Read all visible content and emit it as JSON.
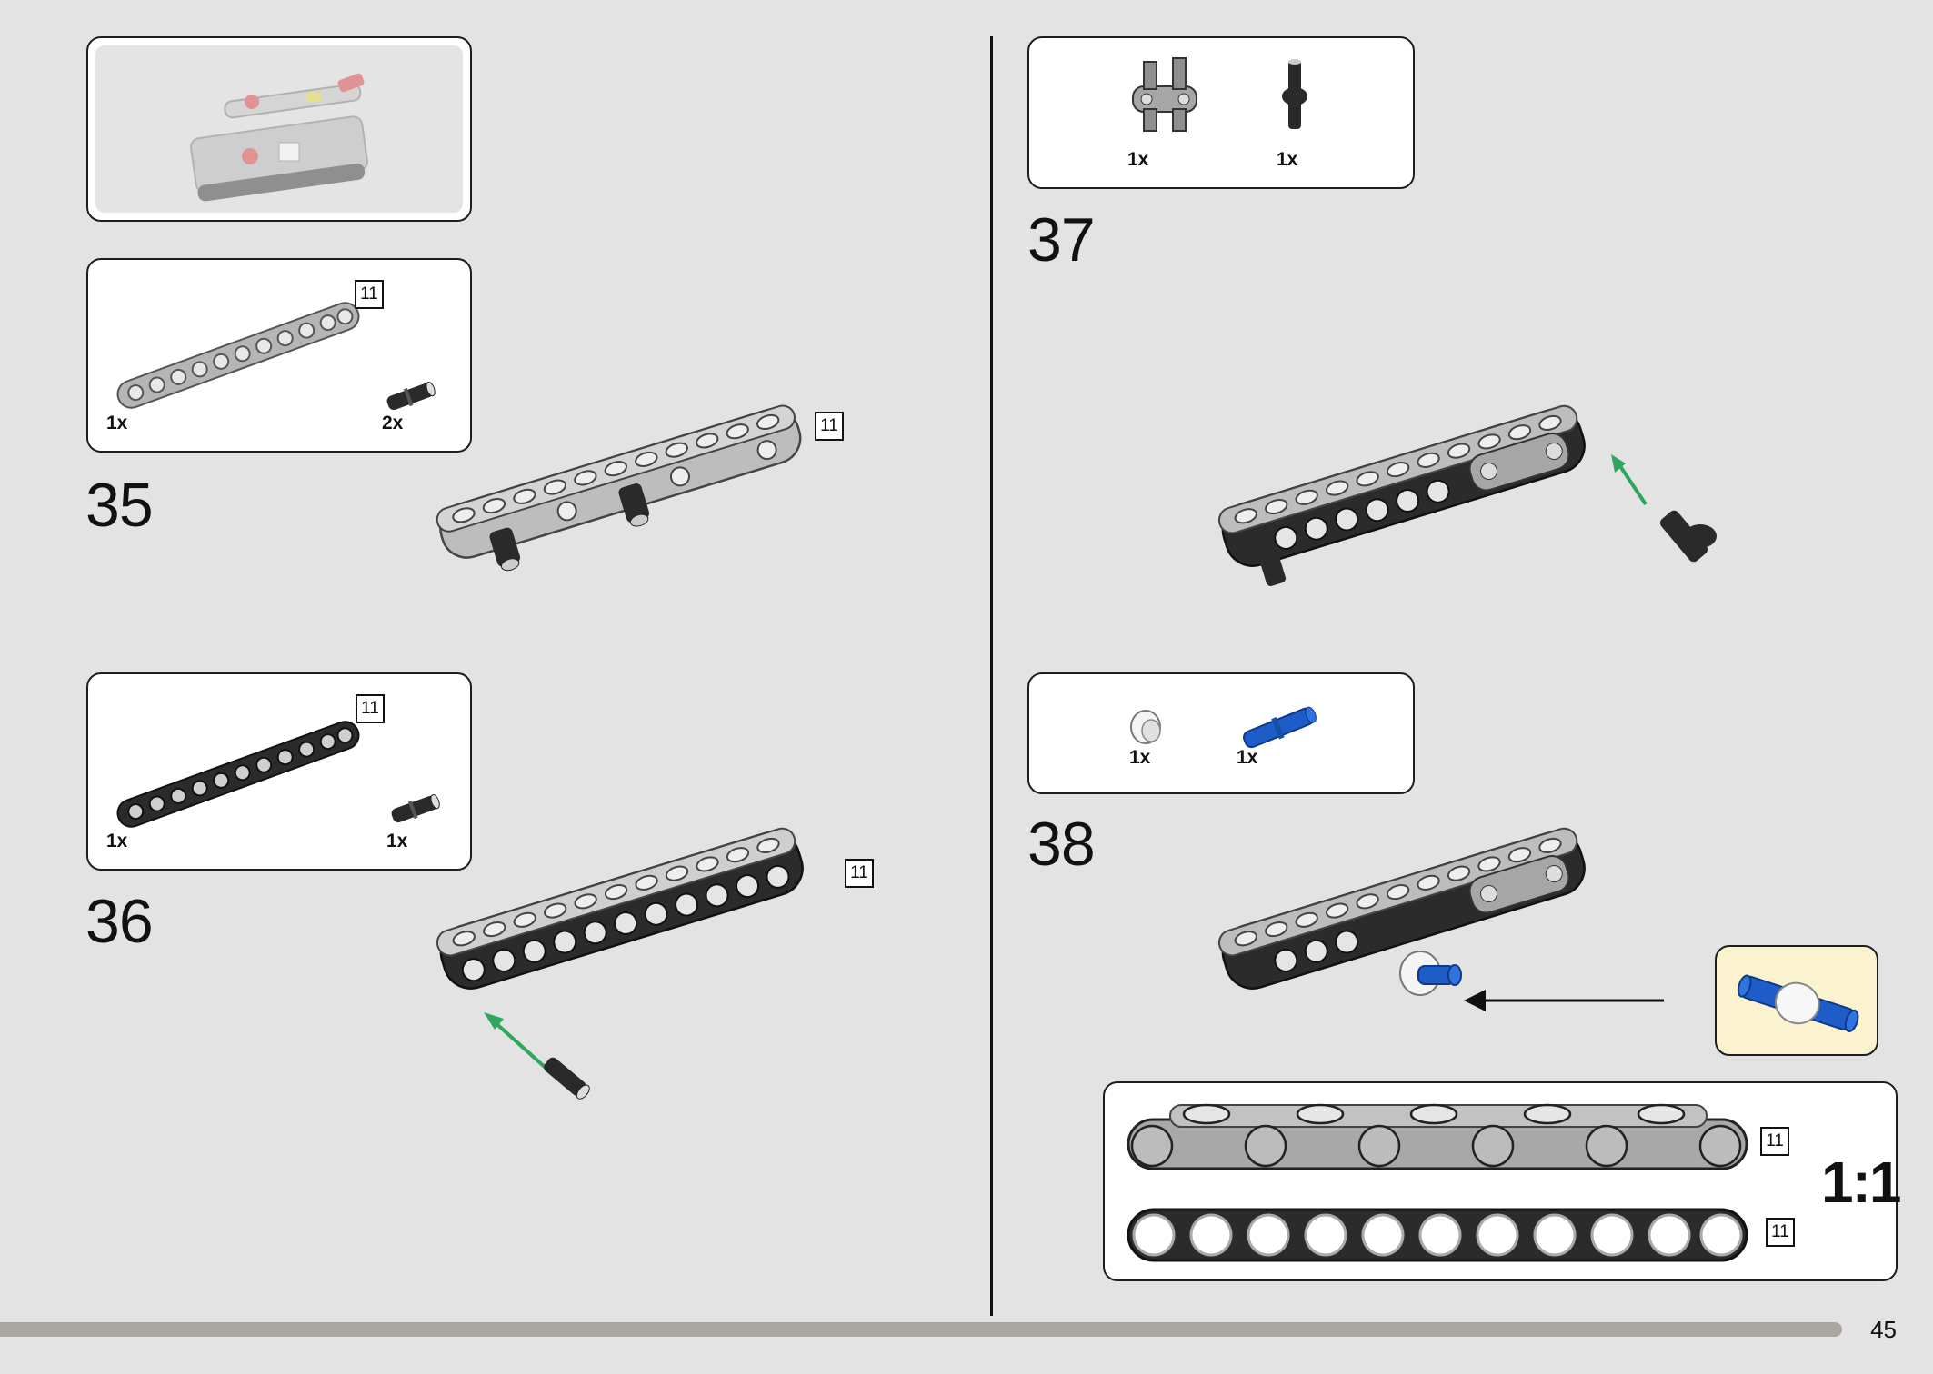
{
  "page_number": "45",
  "left": {
    "step35": {
      "number": "35",
      "parts": [
        {
          "qty": "1x",
          "name": "beam-11-grey"
        },
        {
          "qty": "2x",
          "name": "connector-pin-black"
        }
      ],
      "part_badge": "11",
      "build_badge": "11"
    },
    "step36": {
      "number": "36",
      "parts": [
        {
          "qty": "1x",
          "name": "beam-11-black"
        },
        {
          "qty": "1x",
          "name": "connector-pin-black"
        }
      ],
      "part_badge": "11",
      "build_badge": "11"
    }
  },
  "right": {
    "step37": {
      "number": "37",
      "parts": [
        {
          "qty": "1x",
          "name": "double-pin-cross-block-grey"
        },
        {
          "qty": "1x",
          "name": "pin-with-bush-black"
        }
      ]
    },
    "step38": {
      "number": "38",
      "parts": [
        {
          "qty": "1x",
          "name": "bush-white"
        },
        {
          "qty": "1x",
          "name": "axle-pin-blue"
        }
      ]
    },
    "scale_panel": {
      "label": "1:1",
      "badge_top": "11",
      "badge_bottom": "11"
    }
  },
  "colors": {
    "background": "#e3e3e3",
    "beam_grey": "#a9a9a9",
    "beam_black": "#2b2b2b",
    "arrow_green": "#2ea65b",
    "callout_yellow": "#fbf3cf",
    "pin_blue": "#1e5cc8"
  }
}
